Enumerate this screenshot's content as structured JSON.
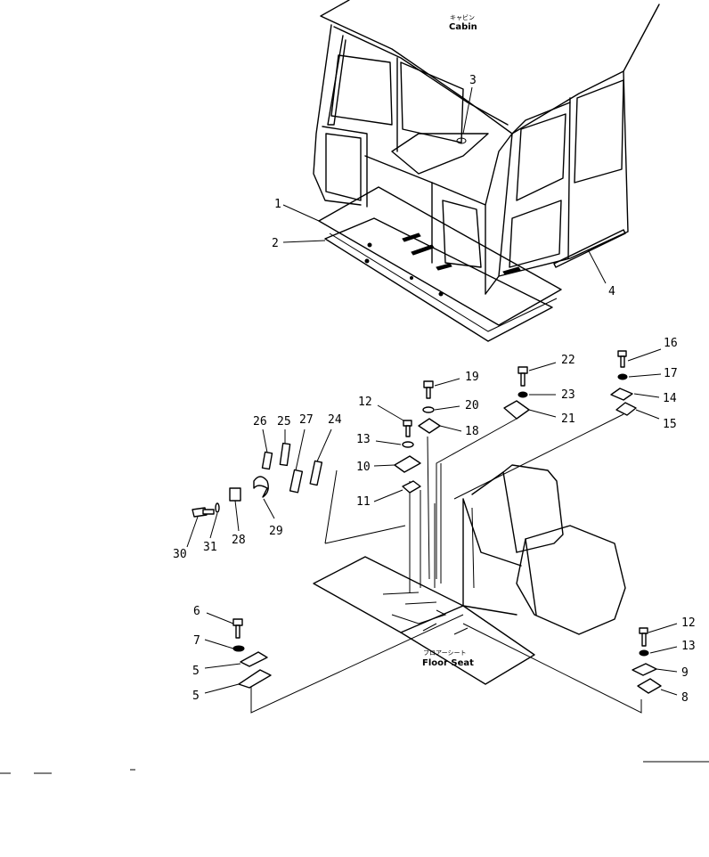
{
  "labels": {
    "cabin_jp": "キャビン",
    "cabin_en": "Cabin",
    "floor_jp": "フロアーシート",
    "floor_en": "Floor Seat"
  },
  "callouts": [
    "1",
    "2",
    "3",
    "4",
    "5",
    "5",
    "6",
    "7",
    "8",
    "9",
    "10",
    "11",
    "12",
    "12",
    "13",
    "13",
    "14",
    "15",
    "16",
    "17",
    "18",
    "19",
    "20",
    "21",
    "22",
    "23",
    "24",
    "25",
    "26",
    "27",
    "28",
    "29",
    "30",
    "31"
  ]
}
